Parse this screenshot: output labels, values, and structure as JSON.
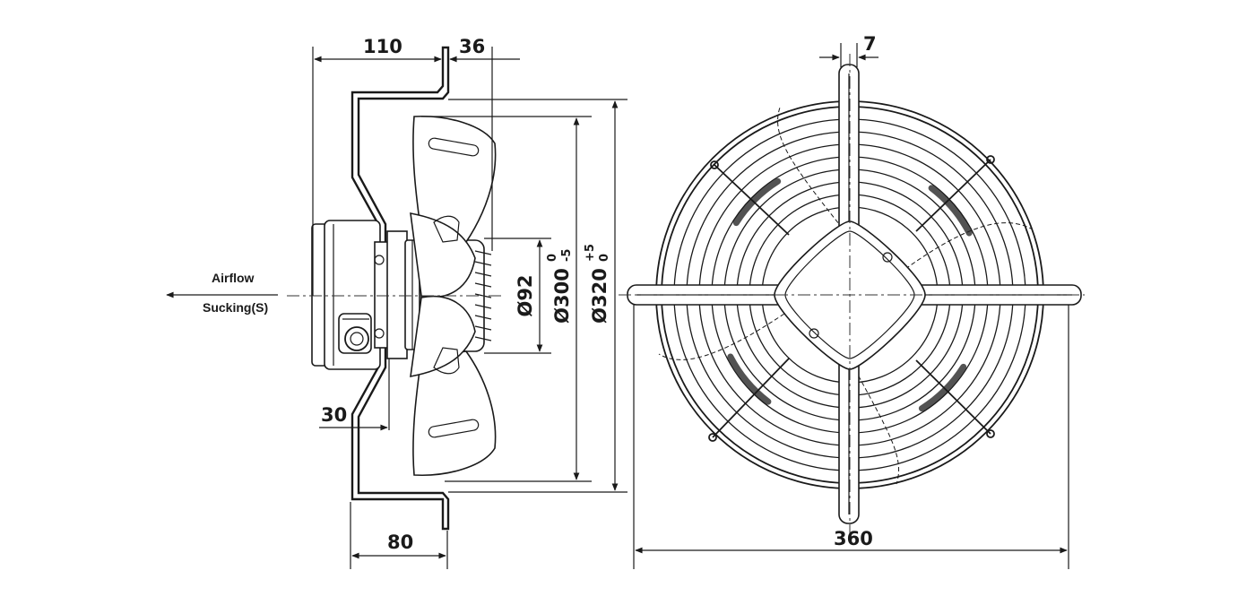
{
  "labels": {
    "airflow": "Airflow",
    "sucking": "Sucking(S)"
  },
  "dimensions": {
    "d110": "110",
    "d36": "36",
    "d7": "7",
    "d30": "30",
    "d80": "80",
    "d360": "360",
    "dia92": "Ø92",
    "dia300": "Ø300",
    "dia300_sup": "0",
    "dia300_sub": "-5",
    "dia320": "Ø320",
    "dia320_sup": "+5",
    "dia320_sub": "0"
  },
  "colors": {
    "line": "#1a1a1a",
    "background": "#ffffff"
  }
}
